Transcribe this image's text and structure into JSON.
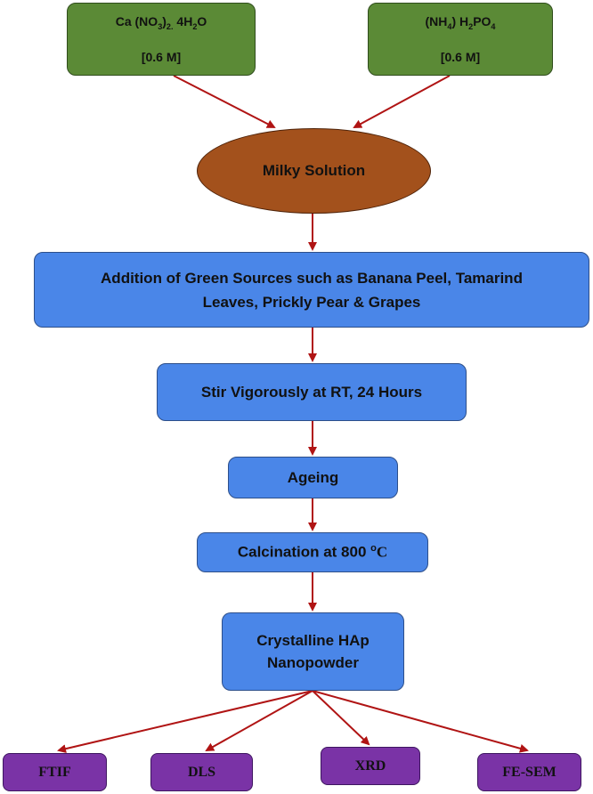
{
  "reagents": [
    {
      "prefix": "Ca (NO",
      "sub1": "3",
      "mid": ")",
      "sub2": "2.",
      "suffix_pre": " 4H",
      "sub3": "2",
      "suffix": "O",
      "conc": "[0.6 M]"
    },
    {
      "prefix": "(NH",
      "sub1": "4",
      "mid": ") H",
      "sub2": "2",
      "suffix_pre": "PO",
      "sub3": "4",
      "suffix": "",
      "conc": "[0.6 M]"
    }
  ],
  "milky_solution": "Milky Solution",
  "green_sources": {
    "line1": "Addition of Green Sources such as Banana Peel, Tamarind",
    "line2": "Leaves, Prickly Pear & Grapes"
  },
  "stir": "Stir Vigorously at RT, 24 Hours",
  "ageing": "Ageing",
  "calcination": {
    "text": "Calcination at 800 ",
    "degree": "o",
    "unit": "C"
  },
  "product": {
    "line1": "Crystalline HAp",
    "line2": "Nanopowder"
  },
  "characterization": [
    "FTIF",
    "DLS",
    "XRD",
    "FE-SEM"
  ],
  "colors": {
    "arrow": "#b01414",
    "green": "#5b8a36",
    "blue": "#4a86e8",
    "purple": "#7a33a6",
    "ellipse": "#a3511c"
  }
}
